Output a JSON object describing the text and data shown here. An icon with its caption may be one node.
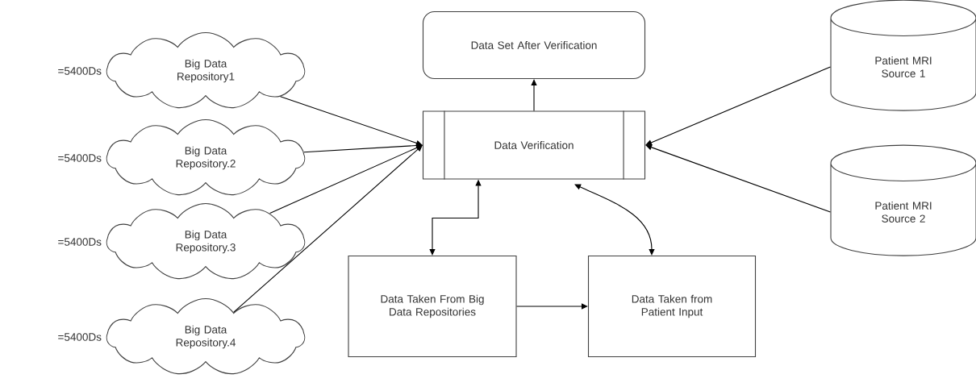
{
  "diagram": {
    "nodes": [
      {
        "text": [
          "Big Data Repository1"
        ],
        "beside": [
          "=5400Ds"
        ]
      },
      {
        "text": [
          "Big Data Repository.2"
        ],
        "beside": [
          "=5400Ds"
        ]
      },
      {
        "text": [
          "Big Data Repository.3"
        ],
        "beside": [
          "=5400Ds"
        ]
      },
      {
        "text": [
          "Big Data Repository.4"
        ],
        "beside": [
          "=5400Ds"
        ]
      },
      {
        "text": [
          "Data Set After Verification"
        ]
      },
      {
        "text": [
          "Data Verification"
        ]
      },
      {
        "text": [
          "Patient MRI Source 1"
        ]
      },
      {
        "text": [
          "Patient MRI Source 2"
        ]
      },
      {
        "text": [
          "Data Taken From Big Data Repositories"
        ]
      },
      {
        "text": [
          "Data Taken from Patient Input"
        ]
      }
    ],
    "edges": [
      {
        "from": 0,
        "to": 5,
        "arrow": "to"
      },
      {
        "from": 1,
        "to": 5,
        "arrow": "to"
      },
      {
        "from": 2,
        "to": 5,
        "arrow": "to"
      },
      {
        "from": 3,
        "to": 5,
        "arrow": "to"
      },
      {
        "from": 5,
        "to": 4,
        "arrow": "to"
      },
      {
        "from": 6,
        "to": 5,
        "arrow": "to"
      },
      {
        "from": 7,
        "to": 5,
        "arrow": "to"
      },
      {
        "from": 8,
        "to": 5,
        "arrow": "both"
      },
      {
        "from": 9,
        "to": 5,
        "arrow": "both"
      },
      {
        "from": 8,
        "to": 9,
        "arrow": "to"
      }
    ]
  }
}
